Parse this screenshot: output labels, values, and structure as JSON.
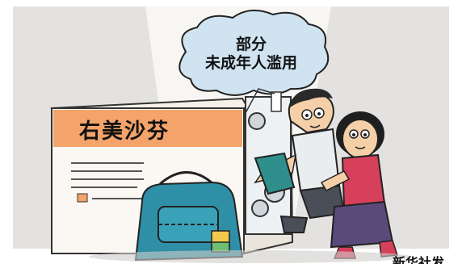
{
  "bubble": {
    "line1": "部分",
    "line2": "未成年人滥用"
  },
  "box": {
    "label": "右美沙芬"
  },
  "credit": "新华社发"
}
